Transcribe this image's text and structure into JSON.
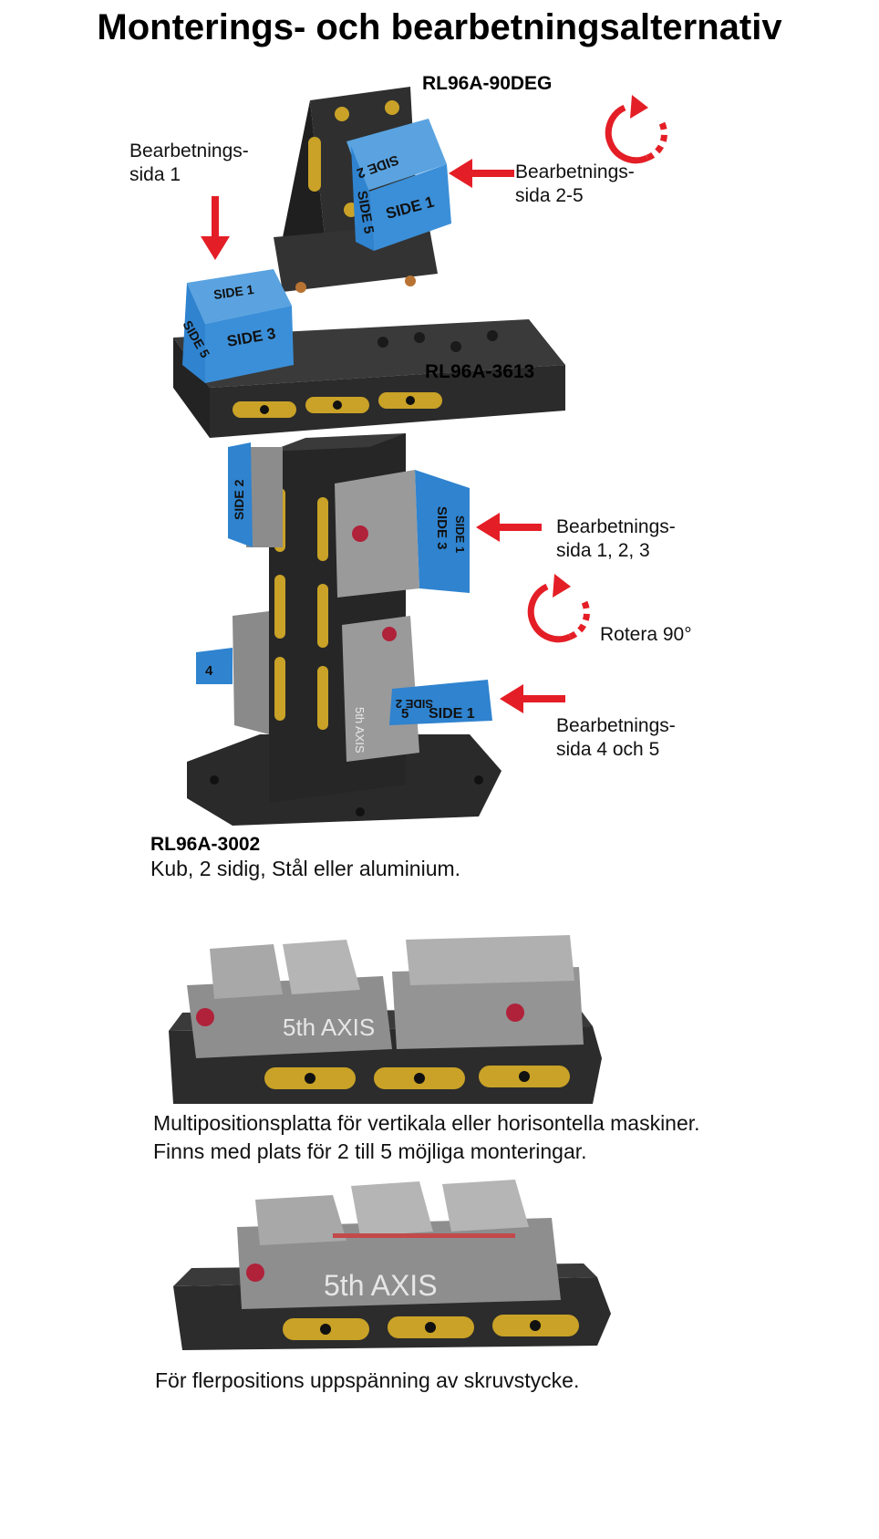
{
  "title": "Monterings- och bearbetningsalternativ",
  "section1": {
    "code_top": "RL96A-90DEG",
    "code_bottom": "RL96A-3613",
    "label_left": "Bearbetnings-\nsida 1",
    "label_right": "Bearbetnings-\nsida   2-5",
    "cube_top_labels": [
      "SIDE 2",
      "SIDE 5",
      "SIDE 1"
    ],
    "cube_bottom_labels": [
      "SIDE 1",
      "SIDE 5",
      "SIDE 3"
    ],
    "colors": {
      "cube": "#2f83cf",
      "plate": "#2b2b2b",
      "slot": "#c9a227",
      "arrow": "#e41e26"
    }
  },
  "section2": {
    "label_top": "Bearbetnings-\nsida 1, 2, 3",
    "label_rotate": "Rotera 90°",
    "label_bottom": "Bearbetnings-\nsida 4 och 5",
    "code": "RL96A-3002",
    "description": "Kub, 2 sidig, Stål eller aluminium.",
    "cube_labels": [
      "SIDE 2",
      "SIDE 3",
      "SIDE 1",
      "4",
      "SIDE 2",
      "SIDE 1",
      "5"
    ],
    "brand": "5th AXIS"
  },
  "section3": {
    "caption_line1": "Multipositionsplatta för vertikala eller horisontella maskiner.",
    "caption_line2": "Finns med plats för 2 till 5 möjliga monteringar.",
    "brand": "5th AXIS"
  },
  "section4": {
    "caption": "För flerpositions uppspänning av skruvstycke.",
    "brand": "5th AXIS"
  }
}
